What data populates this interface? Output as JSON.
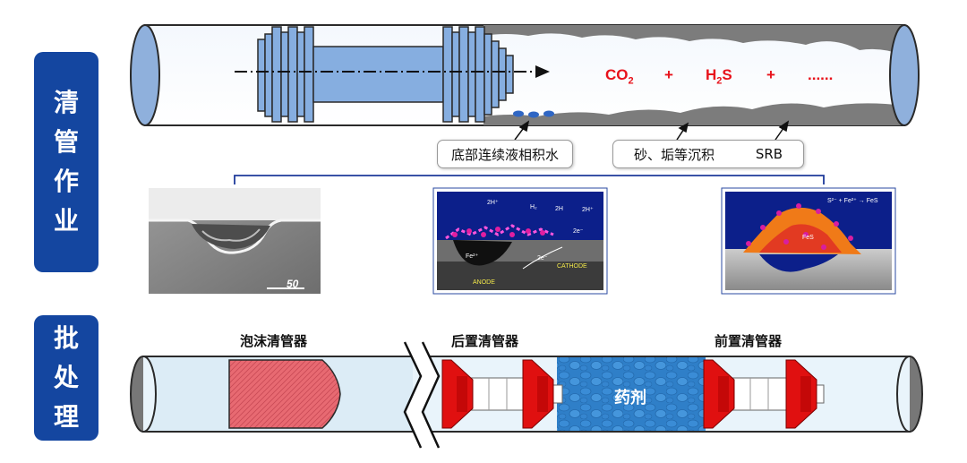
{
  "side_labels": {
    "top": [
      "清",
      "管",
      "作",
      "业"
    ],
    "bottom": [
      "批",
      "处",
      "理"
    ]
  },
  "top_pipe": {
    "chemicals": {
      "co2": {
        "main": "CO",
        "sub": "2"
      },
      "plus1": "+",
      "h2s": {
        "main": "H",
        "sub": "2",
        "tail": "S"
      },
      "plus2": "+",
      "more": "......"
    },
    "callouts": {
      "water": "底部连续液相积水",
      "sediment": "砂、垢等沉积",
      "srb": "SRB"
    }
  },
  "images": {
    "sem": {
      "scale": "50"
    },
    "electro": {
      "labels": [
        "2H⁺",
        "H₂",
        "2H",
        "2H⁺",
        "Fe²⁺",
        "2e⁻",
        "2e⁻",
        "ANODE",
        "CATHODE"
      ]
    },
    "srb": {
      "reaction": "S²⁻ + Fe²⁺ → FeS",
      "product": "FeS"
    }
  },
  "bottom_pipe": {
    "labels": {
      "foam": "泡沫清管器",
      "rear": "后置清管器",
      "front": "前置清管器",
      "medicine": "药剂"
    }
  },
  "colors": {
    "label_blue": "#1446a0",
    "pig_blue": "#86aee0",
    "chem_red": "#e8121b",
    "deposit_gray": "#7c7c7c",
    "foam_red": "#e86a72",
    "cup_red": "#e01010",
    "medicine_blue": "#2f7fc8"
  }
}
